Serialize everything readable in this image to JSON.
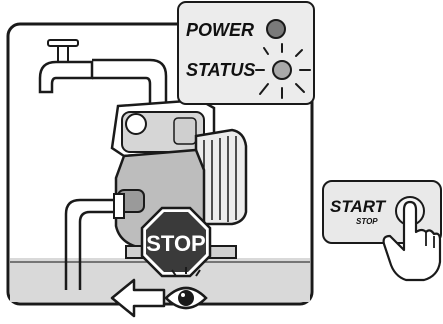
{
  "indicator_panel": {
    "power_label": "POWER",
    "status_label": "STATUS",
    "power_led_color": "#7a7a7a",
    "status_led_color": "#a9a9a9"
  },
  "pump_scene": {
    "stop_sign_text": "STOP",
    "stop_sign_color": "#3a3a3a",
    "icons": [
      "faucet-icon",
      "pump-icon",
      "stop-sign-icon",
      "left-arrow-icon",
      "eye-icon"
    ]
  },
  "start_button": {
    "start_label": "START",
    "stop_label": "STOP",
    "icons": [
      "finger-press-icon"
    ]
  }
}
